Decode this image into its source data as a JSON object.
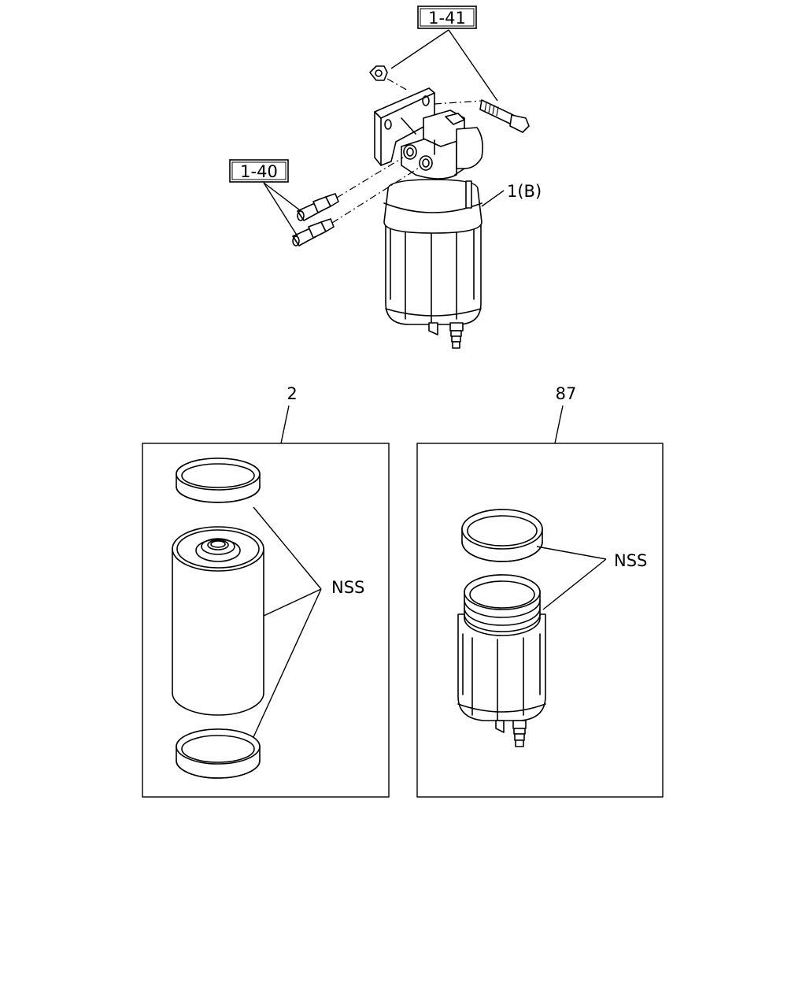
{
  "callouts": {
    "ref_1_41": "1-41",
    "ref_1_40": "1-40",
    "assembly": "1(B)",
    "element_kit": "2",
    "bowl_kit": "87",
    "nss_left": "NSS",
    "nss_right": "NSS"
  }
}
